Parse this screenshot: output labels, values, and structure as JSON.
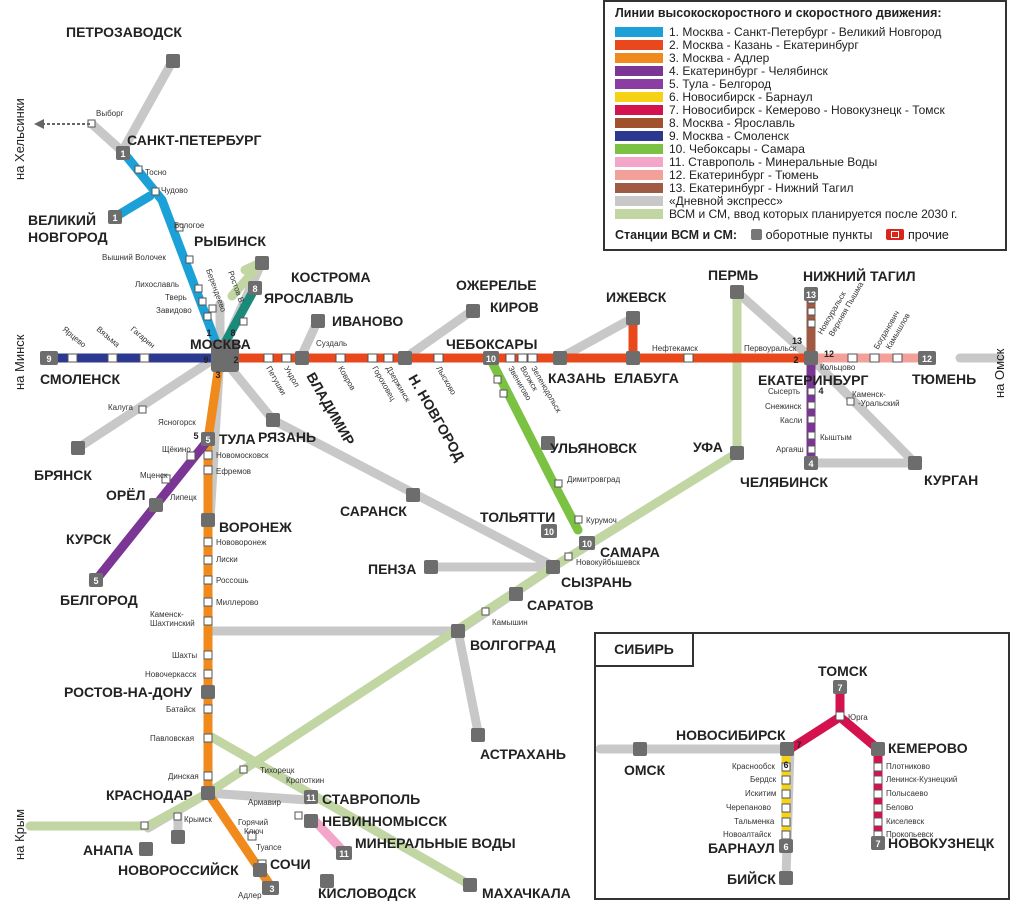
{
  "legend": {
    "title": "Линии высокоскоростного и скоростного движения:",
    "lines": [
      {
        "label": "1. Москва - Санкт-Петербург - Великий Новгород",
        "color": "#1ba0d8"
      },
      {
        "label": "2. Москва - Казань - Екатеринбург",
        "color": "#e8481c"
      },
      {
        "label": "3. Москва - Адлер",
        "color": "#f08a1c"
      },
      {
        "label": "4. Екатеринбург - Челябинск",
        "color": "#7a3595"
      },
      {
        "label": "5. Тула - Белгород",
        "color": "#8a3fa0"
      },
      {
        "label": "6. Новосибирск - Барнаул",
        "color": "#f5d216"
      },
      {
        "label": "7. Новосибирск - Кемерово - Новокузнецк - Томск",
        "color": "#d4124e"
      },
      {
        "label": "8. Москва - Ярославль",
        "color": "#a0522d"
      },
      {
        "label": "9. Москва - Смоленск",
        "color": "#2b3990"
      },
      {
        "label": "10. Чебоксары - Самара",
        "color": "#7bc142"
      },
      {
        "label": "11. Ставрополь - Минеральные Воды",
        "color": "#f4a6c8"
      },
      {
        "label": "12. Екатеринбург - Тюмень",
        "color": "#f1a09a"
      },
      {
        "label": "13. Екатеринбург - Нижний Тагил",
        "color": "#a05a44"
      },
      {
        "label": "«Дневной экспресс»",
        "color": "#c8c8c8"
      },
      {
        "label": "ВСМ и СМ, ввод которых планируется после 2030 г.",
        "color": "#c2d6a4"
      }
    ],
    "stations_label": "Станции ВСМ и СМ:",
    "terminal_label": "оборотные пункты",
    "other_label": "прочие"
  },
  "siberia_title": "СИБИРЬ",
  "directions": {
    "helsinki": "на Хельсинки",
    "minsk": "на Минск",
    "omsk": "на Омск",
    "crimea": "на Крым"
  },
  "cities": {
    "petrozavodsk": "ПЕТРОЗАВОДСК",
    "spb": "САНКТ-ПЕТЕРБУРГ",
    "vnovgorod1": "ВЕЛИКИЙ",
    "vnovgorod2": "НОВГОРОД",
    "rybinsk": "РЫБИНСК",
    "kostroma": "КОСТРОМА",
    "yaroslavl": "ЯРОСЛАВЛЬ",
    "ivanovo": "ИВАНОВО",
    "moskva": "МОСКВА",
    "smolensk": "СМОЛЕНСК",
    "vladimir": "ВЛАДИМИР",
    "nnovgorod": "Н. НОВГОРОД",
    "ozherelye": "ОЖЕРЕЛЬЕ",
    "kirov": "КИРОВ",
    "cheboksary": "ЧЕБОКСАРЫ",
    "izhevsk": "ИЖЕВСК",
    "kazan": "КАЗАНЬ",
    "elabuga": "ЕЛАБУГА",
    "perm": "ПЕРМЬ",
    "ntagil": "НИЖНИЙ ТАГИЛ",
    "ekb": "ЕКАТЕРИНБУРГ",
    "tyumen": "ТЮМЕНЬ",
    "ufa": "УФА",
    "chelyabinsk": "ЧЕЛЯБИНСК",
    "kurgan": "КУРГАН",
    "tula": "ТУЛА",
    "ryazan": "РЯЗАНЬ",
    "bryansk": "БРЯНСК",
    "orel": "ОРЁЛ",
    "kursk": "КУРСК",
    "belgorod": "БЕЛГОРОД",
    "voronezh": "ВОРОНЕЖ",
    "ulyanovsk": "УЛЬЯНОВСК",
    "saransk": "САРАНСК",
    "tolyatti": "ТОЛЬЯТТИ",
    "samara": "САМАРА",
    "penza": "ПЕНЗА",
    "syzran": "СЫЗРАНЬ",
    "saratov": "САРАТОВ",
    "volgograd": "ВОЛГОГРАД",
    "rostov": "РОСТОВ-НА-ДОНУ",
    "astrakhan": "АСТРАХАНЬ",
    "krasnodar": "КРАСНОДАР",
    "stavropol": "СТАВРОПОЛЬ",
    "nevinnomyssk": "НЕВИННОМЫССК",
    "minvody": "МИНЕРАЛЬНЫЕ ВОДЫ",
    "sochi": "СОЧИ",
    "anapa": "АНАПА",
    "novorossiysk": "НОВОРОССИЙСК",
    "kislovodsk": "КИСЛОВОДСК",
    "makhachkala": "МАХАЧКАЛА",
    "tomsk": "ТОМСК",
    "novosibirsk": "НОВОСИБИРСК",
    "omsk": "ОМСК",
    "kemerovo": "КЕМЕРОВО",
    "barnaul": "БАРНАУЛ",
    "novokuznetsk": "НОВОКУЗНЕЦК",
    "biysk": "БИЙСК"
  },
  "stations": {
    "vyborg": "Выборг",
    "tosno": "Тосно",
    "chudovo": "Чудово",
    "bologoe": "Бологое",
    "vvolochek": "Вышний Волочек",
    "likhoslavl": "Лихославль",
    "tver": "Тверь",
    "zavidovo": "Завидово",
    "rostov_v": "Ростов В.",
    "berendeevo": "Берендеево",
    "yartsevo": "Ярцево",
    "vyazma": "Вязьма",
    "gagarin": "Гагарин",
    "suzdal": "Суздаль",
    "petushki": "Петушки",
    "undol": "Ундол",
    "kovrov": "Ковров",
    "dzerzhinsk": "Дзержинск",
    "gorokhovets": "Гороховец",
    "lyskovo": "Лысково",
    "zelenodolsk": "Зеленодольск",
    "nefte": "Нефтекамск",
    "pervouralsk": "Первоуральск",
    "novouralsk": "Новоуральск",
    "vpyshma": "Верхняя Пышма",
    "koltsovo": "Кольцово",
    "bogdanovich": "Богданович",
    "kamyshlov": "Камышлов",
    "kamensk": "Каменск-",
    "kamensk2": "-Уральский",
    "sysert": "Сысерть",
    "snezhinsk": "Снежинск",
    "kasli": "Касли",
    "kyshtym": "Кыштым",
    "argayash": "Аргаяш",
    "zvenigovo": "Звенигово",
    "volzhsk": "Волжск",
    "dimitrovgrad": "Димитровград",
    "kurumoch": "Курумоч",
    "novokuib": "Новокуйбышевск",
    "kaluga": "Калуга",
    "yasnogorsk": "Ясногорск",
    "schekino": "Щёкино",
    "mtsensk": "Мценск",
    "lipetsk": "Липецк",
    "novomoskovsk": "Новомосковск",
    "efremov": "Ефремов",
    "novovoronezh": "Нововоронеж",
    "liski": "Лиски",
    "rossosh": "Россошь",
    "millerovo": "Миллерово",
    "kamensk_sh1": "Каменск-",
    "kamensk_sh2": "Шахтинский",
    "shakhty": "Шахты",
    "novocherkassk": "Новочеркасск",
    "bataysk": "Батайск",
    "pavlovskaya": "Павловская",
    "dinskaya": "Динская",
    "kamyshin": "Камышин",
    "tikhoretsk": "Тихорецк",
    "kropotkin": "Кропоткин",
    "armavir": "Армавир",
    "krymsk": "Крымск",
    "goryachiy1": "Горячий",
    "goryachiy2": "Ключ",
    "tuapse": "Туапсе",
    "adler": "Адлер",
    "yurga": "Юрга",
    "krasnoobsk": "Краснообск",
    "berdsk": "Бердск",
    "iskitim": "Искитим",
    "cherepanovo": "Черепаново",
    "talmenka": "Тальменка",
    "novoaltaysk": "Новоалтайск",
    "plotnikovo": "Плотниково",
    "leninsk": "Ленинск-Кузнецкий",
    "polysaevo": "Полысаево",
    "belovo": "Белово",
    "kiselevsk": "Киселевск",
    "prokopyevsk": "Прокопьевск"
  }
}
